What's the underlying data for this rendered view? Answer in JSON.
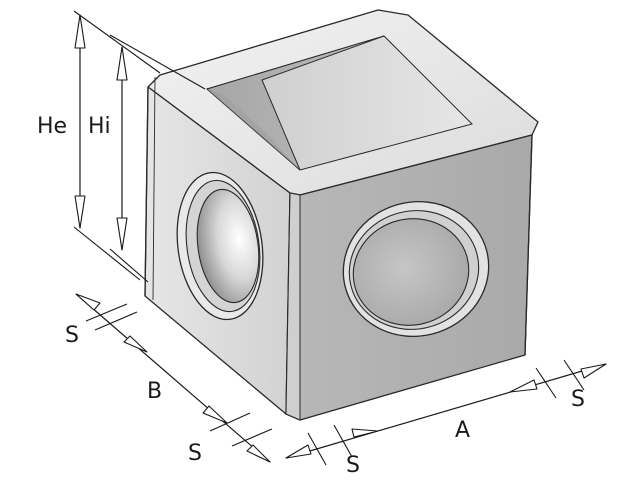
{
  "diagram": {
    "labels": {
      "he": "He",
      "hi": "Hi",
      "a": "A",
      "b": "B",
      "s_left_top": "S",
      "s_left_bottom": "S",
      "s_right_bottom": "S",
      "s_right_top": "S"
    }
  }
}
